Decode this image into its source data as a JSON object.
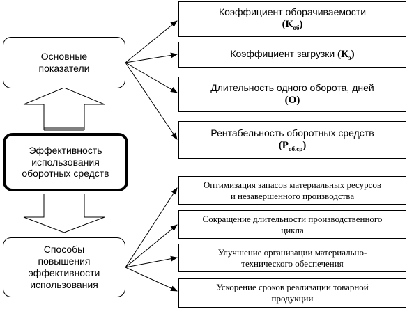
{
  "center": {
    "line1": "Эффективность",
    "line2": "использования",
    "line3": "оборотных средств"
  },
  "indicators_node": {
    "line1": "Основные",
    "line2": "показатели"
  },
  "methods_node": {
    "line1": "Способы",
    "line2": "повышения",
    "line3": "эффективности",
    "line4": "использования"
  },
  "indicators": [
    {
      "label": "Коэффициент оборачиваемости",
      "sym_main": "(К",
      "sym_sub": "об",
      "sym_end": ")"
    },
    {
      "label": "Коэффициент загрузки ",
      "sym_main": "(К",
      "sym_sub": "з",
      "sym_end": ")"
    },
    {
      "label": "Длительность одного оборота, дней",
      "sym_main": "(О)"
    },
    {
      "label": "Рентабельность оборотных средств",
      "sym_main": "(Р",
      "sym_sub": "об.ср",
      "sym_end": ")"
    }
  ],
  "methods": [
    {
      "line1": "Оптимизация запасов материальных ресурсов",
      "line2": "и незавершенного производства"
    },
    {
      "line1": "Сокращение длительности производственного",
      "line2": "цикла"
    },
    {
      "line1": "Улучшение организации материально-",
      "line2": "технического обеспечения"
    },
    {
      "line1": "Ускорение сроков реализации товарной",
      "line2": "продукции"
    }
  ]
}
